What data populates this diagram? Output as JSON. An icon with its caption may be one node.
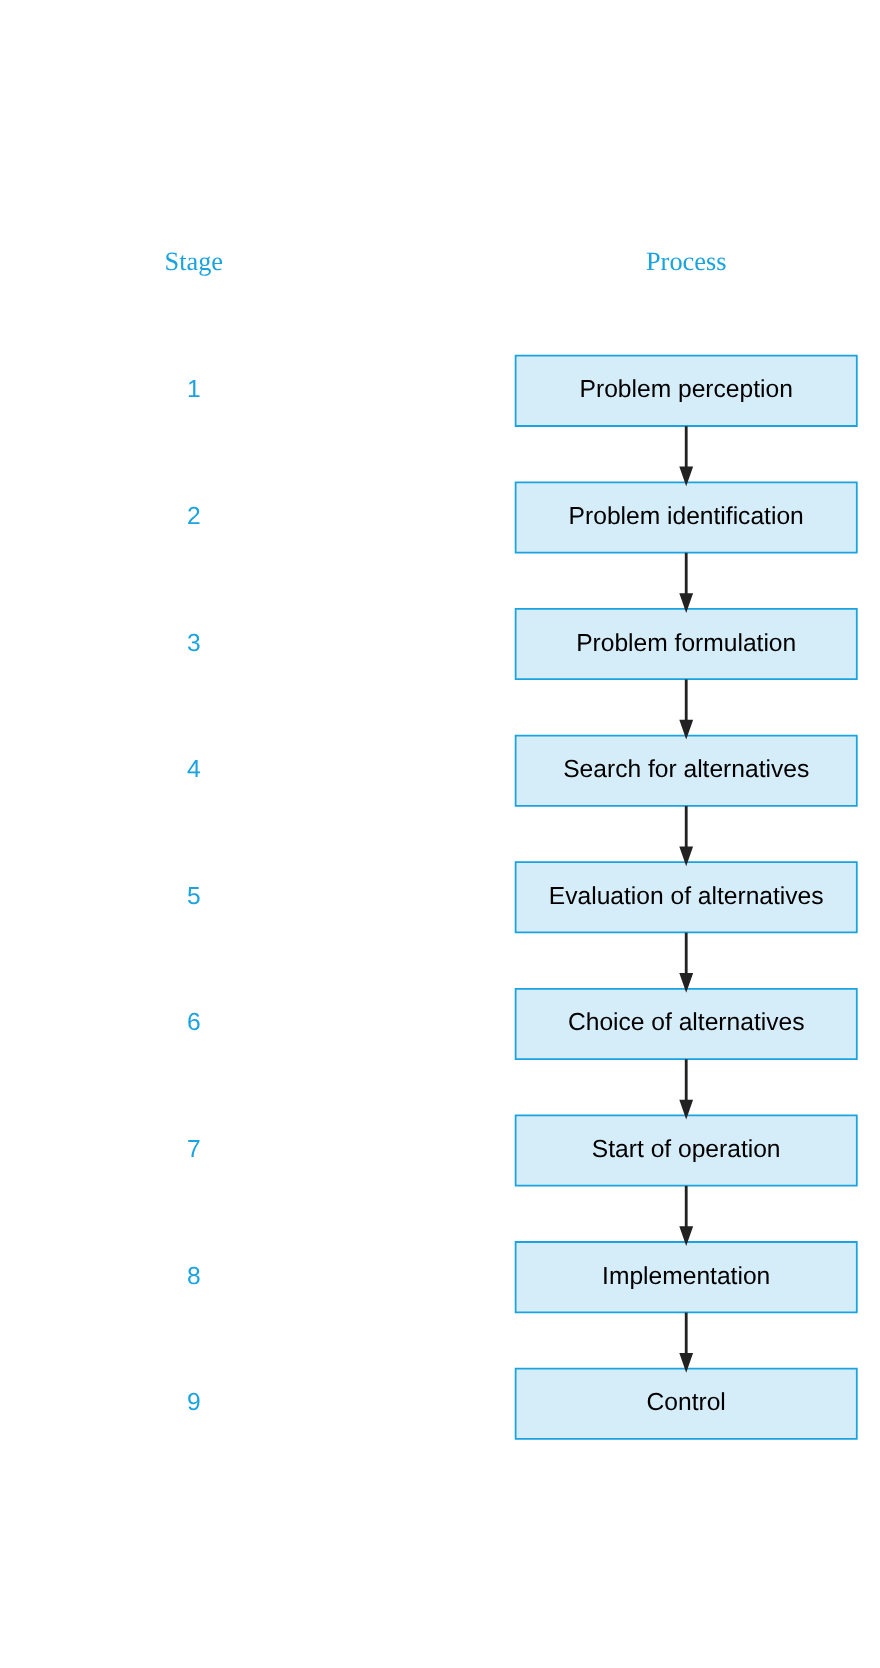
{
  "diagram": {
    "nodes": [
      {
        "text": [
          "Problem perception"
        ]
      },
      {
        "text": [
          "Problem identification"
        ]
      },
      {
        "text": [
          "Problem formulation"
        ]
      },
      {
        "text": [
          "Search for alternatives"
        ]
      },
      {
        "text": [
          "Evaluation of alternatives"
        ]
      },
      {
        "text": [
          "Choice of alternatives"
        ]
      },
      {
        "text": [
          "Start of operation"
        ]
      },
      {
        "text": [
          "Implementation"
        ]
      },
      {
        "text": [
          "Control"
        ]
      }
    ],
    "edges": [
      {
        "from": 0,
        "to": 1,
        "arrow": "to"
      },
      {
        "from": 1,
        "to": 2,
        "arrow": "to"
      },
      {
        "from": 2,
        "to": 3,
        "arrow": "to"
      },
      {
        "from": 3,
        "to": 4,
        "arrow": "to"
      },
      {
        "from": 4,
        "to": 5,
        "arrow": "to"
      },
      {
        "from": 5,
        "to": 6,
        "arrow": "to"
      },
      {
        "from": 6,
        "to": 7,
        "arrow": "to"
      },
      {
        "from": 7,
        "to": 8,
        "arrow": "to"
      }
    ],
    "labels": [
      "Stage",
      "Process",
      "1",
      "2",
      "3",
      "4",
      "5",
      "6",
      "7",
      "8",
      "9"
    ]
  }
}
